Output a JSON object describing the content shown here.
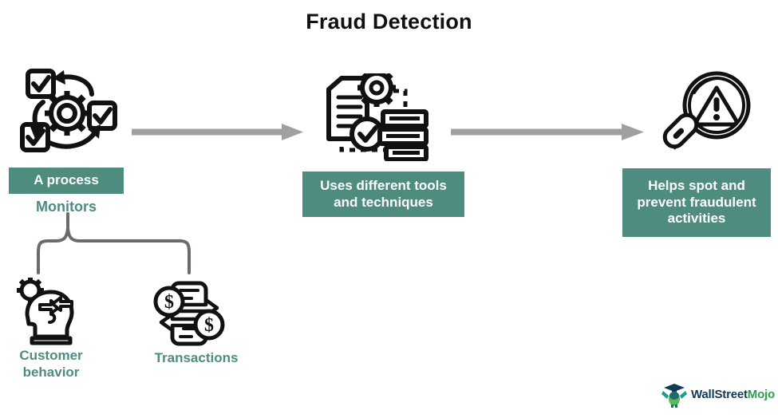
{
  "page": {
    "title": "Fraud Detection",
    "background_color": "#ffffff"
  },
  "theme": {
    "teal": "#4e8c80",
    "teal_text": "#4e8c80",
    "arrow_gray": "#a0a0a0",
    "brace_gray": "#6e6a68",
    "icon_black": "#111111",
    "title_color": "#111111"
  },
  "stages": [
    {
      "id": "stage-1",
      "icon_name": "process-cycle-icon",
      "box_label": "A process",
      "sub_label": "Monitors"
    },
    {
      "id": "stage-2",
      "icon_name": "document-gear-server-icon",
      "box_label": "Uses different tools and techniques"
    },
    {
      "id": "stage-3",
      "icon_name": "magnifier-warning-icon",
      "box_label": "Helps spot and prevent fraudulent activities"
    }
  ],
  "monitors_branches": [
    {
      "id": "branch-customer-behavior",
      "icon_name": "head-gear-arrows-icon",
      "label": "Customer behavior"
    },
    {
      "id": "branch-transactions",
      "icon_name": "money-exchange-icon",
      "label": "Transactions"
    }
  ],
  "connectors": {
    "arrow_1_name": "arrow-stage1-to-stage2",
    "arrow_2_name": "arrow-stage2-to-stage3",
    "brace_name": "curly-brace-monitors"
  },
  "brand": {
    "name_part_1": "WallStreet",
    "name_part_2": "Mojo",
    "mascot_icon": "graduate-mascot-icon"
  }
}
